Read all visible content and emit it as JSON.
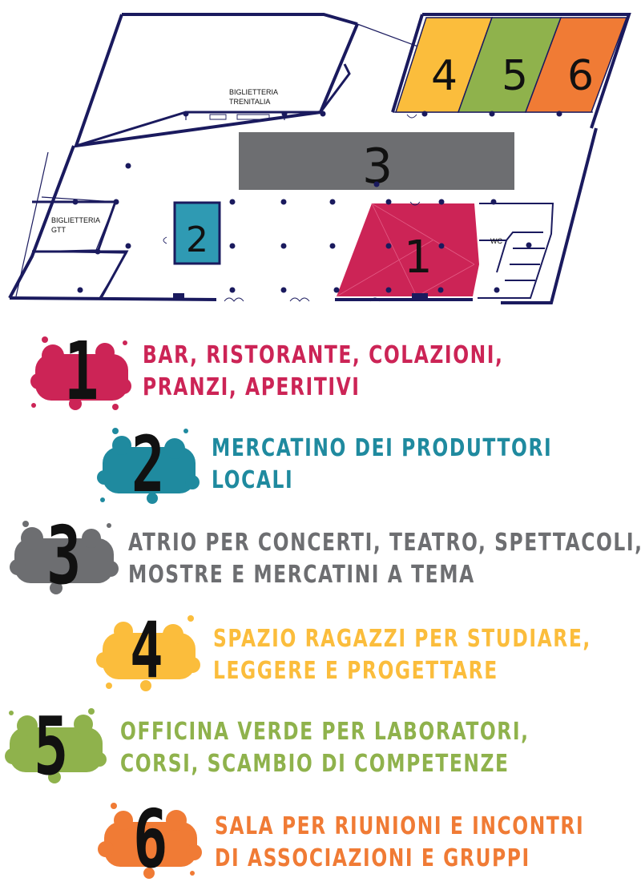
{
  "floorplan": {
    "labels": {
      "biglietteria_trenitalia": [
        "BIGLIETTERIA",
        "TRENITALIA"
      ],
      "biglietteria_gtt": [
        "BIGLIETTERIA",
        "GTT"
      ],
      "wc": "WC"
    },
    "zones": [
      {
        "id": "1",
        "color": "#cc2456"
      },
      {
        "id": "2",
        "color": "#2f9ab3"
      },
      {
        "id": "3",
        "color": "#6d6e71"
      },
      {
        "id": "4",
        "color": "#fbbd3c"
      },
      {
        "id": "5",
        "color": "#8fb24c"
      },
      {
        "id": "6",
        "color": "#f07b35"
      }
    ]
  },
  "legend": [
    {
      "number": "1",
      "color": "#cc2456",
      "lines": [
        "Bar, ristorante, colazioni,",
        "pranzi, aperitivi"
      ]
    },
    {
      "number": "2",
      "color": "#1f8a9f",
      "lines": [
        "Mercatino dei produttori",
        "locali"
      ]
    },
    {
      "number": "3",
      "color": "#6d6e71",
      "lines": [
        "Atrio per concerti, teatro, spettacoli,",
        "mostre e mercatini a tema"
      ]
    },
    {
      "number": "4",
      "color": "#fbbd3c",
      "lines": [
        "Spazio ragazzi per studiare,",
        "leggere e progettare"
      ]
    },
    {
      "number": "5",
      "color": "#8fb24c",
      "lines": [
        "Officina verde per laboratori,",
        "corsi, scambio di competenze"
      ]
    },
    {
      "number": "6",
      "color": "#f07b35",
      "lines": [
        "Sala per riunioni e incontri",
        "di associazioni e gruppi"
      ]
    }
  ]
}
